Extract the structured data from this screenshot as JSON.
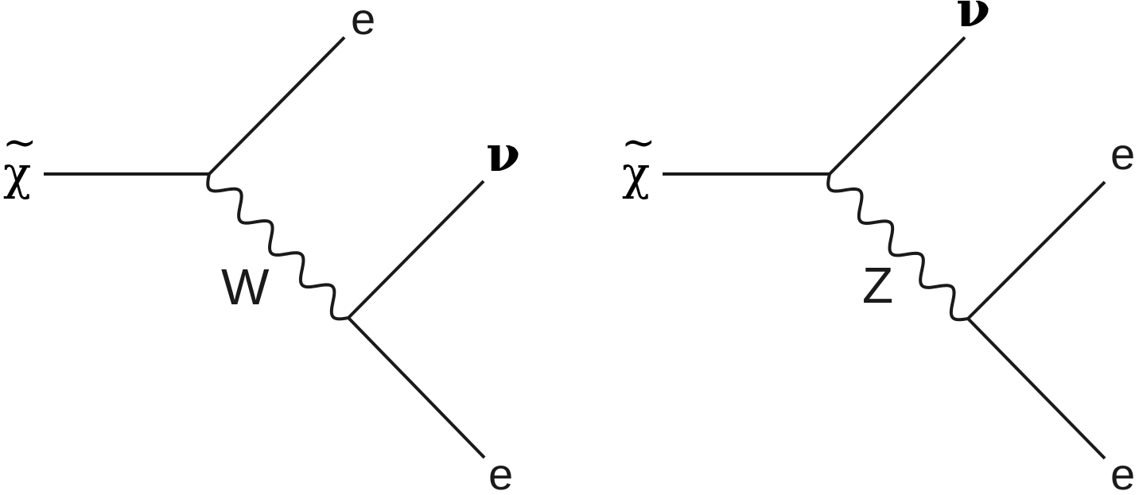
{
  "diagrams": [
    {
      "incoming": "χ̃",
      "boson": "W",
      "top_out": "e",
      "decay_upper": "ν",
      "decay_lower": "e"
    },
    {
      "incoming": "χ̃",
      "boson": "Z",
      "top_out": "ν",
      "decay_upper": "e",
      "decay_lower": "e"
    }
  ],
  "colors": {
    "ink": "#1a1a1a",
    "background": "#ffffff"
  }
}
